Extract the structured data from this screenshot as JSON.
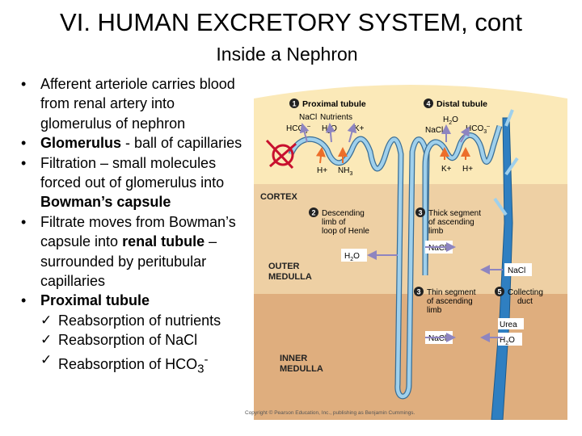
{
  "slide": {
    "title": "VI.  HUMAN EXCRETORY SYSTEM, cont",
    "subtitle": "Inside a Nephron"
  },
  "bullets": [
    {
      "pre": "Afferent arteriole carries blood from renal artery into glomerulus of nephron"
    },
    {
      "bold": "Glomerulus",
      "post": " - ball of capillaries"
    },
    {
      "pre": "Filtration – small molecules forced out of glomerulus into ",
      "bold": "Bowman’s capsule"
    },
    {
      "pre": "Filtrate moves from Bowman’s capsule into ",
      "bold": "renal tubule",
      "post": " – surrounded by peritubular capillaries"
    },
    {
      "bold": "Proximal tubule"
    }
  ],
  "checks": [
    {
      "text": "Reabsorption of nutrients"
    },
    {
      "text": "Reabsorption of NaCl"
    },
    {
      "text": "Reabsorption of HCO",
      "sub": "3",
      "sup": "-"
    }
  ],
  "check_symbol": "✓",
  "bullet_symbol": "•",
  "diagram": {
    "regions": {
      "cortex": "CORTEX",
      "outer_medulla_1": "OUTER",
      "outer_medulla_2": "MEDULLA",
      "inner_medulla_1": "INNER",
      "inner_medulla_2": "MEDULLA"
    },
    "numbers": [
      "1",
      "2",
      "3",
      "3",
      "4",
      "5"
    ],
    "labels": {
      "proximal_tubule": "Proximal tubule",
      "distal_tubule": "Distal tubule",
      "descending_1": "Descending",
      "descending_2": "limb of",
      "descending_3": "loop of Henle",
      "thick_1": "Thick segment",
      "thick_2": "of ascending",
      "thick_3": "limb",
      "thin_1": "Thin segment",
      "thin_2": "of ascending",
      "thin_3": "limb",
      "collecting_1": "Collecting",
      "collecting_2": "duct"
    },
    "solutes": {
      "nacl": "NaCl",
      "nutrients": "Nutrients",
      "hco3": "HCO",
      "h2o": "H",
      "k_plus": "K+",
      "h_plus": "H+",
      "nh3": "NH",
      "urea": "Urea"
    },
    "colors": {
      "cortex": "#fbe9b8",
      "outer_medulla": "#eed0a4",
      "inner_medulla": "#dfae7e",
      "tubule": "#9fd0ec",
      "collecting_duct": "#2f7fc1",
      "arrow_out": "#8e85c0",
      "arrow_in": "#ec6e2a",
      "vessel": "#c8102e"
    }
  },
  "copyright": "Copyright © Pearson Education, Inc., publishing as Benjamin Cummings."
}
